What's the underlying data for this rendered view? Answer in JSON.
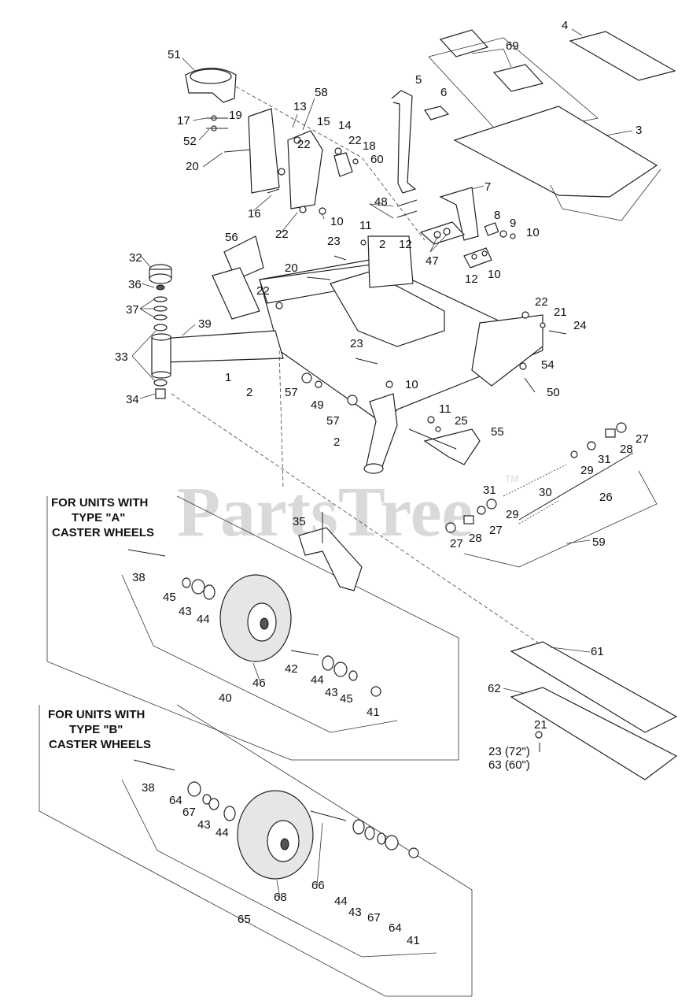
{
  "watermark": {
    "text": "PartsTree",
    "tm": "TM"
  },
  "notes": {
    "type_a": [
      "FOR UNITS WITH",
      "TYPE \"A\"",
      "CASTER WHEELS"
    ],
    "type_b": [
      "FOR UNITS WITH",
      "TYPE \"B\"",
      "CASTER WHEELS"
    ]
  },
  "callouts": {
    "c4": "4",
    "c69": "69",
    "c51": "51",
    "c5": "5",
    "c6": "6",
    "c58": "58",
    "c3": "3",
    "c13": "13",
    "c17": "17",
    "c19": "19",
    "c15": "15",
    "c14": "14",
    "c52": "52",
    "c22a": "22",
    "c18": "18",
    "c60": "60",
    "c20a": "20",
    "c7": "7",
    "c48": "48",
    "c8": "8",
    "c9": "9",
    "c10a": "10",
    "c16": "16",
    "c10b": "10",
    "c22b": "22",
    "c11a": "11",
    "c2a": "2",
    "c12a": "12",
    "c47": "47",
    "c56": "56",
    "c23a": "23",
    "c10c": "10",
    "c12b": "12",
    "c32": "32",
    "c20b": "20",
    "c36": "36",
    "c22c": "22",
    "c37": "37",
    "c22d": "22",
    "c21a": "21",
    "c24": "24",
    "c39": "39",
    "c33": "33",
    "c23b": "23",
    "c54": "54",
    "c1": "1",
    "c10d": "10",
    "c2b": "2",
    "c57a": "57",
    "c50": "50",
    "c34": "34",
    "c49": "49",
    "c11b": "11",
    "c25": "25",
    "c57b": "57",
    "c55": "55",
    "c2c": "2",
    "c27a": "27",
    "c28a": "28",
    "c31a": "31",
    "c29a": "29",
    "c30": "30",
    "c26": "26",
    "c31b": "31",
    "c29b": "29",
    "c35": "35",
    "c27b": "27",
    "c28b": "28",
    "c27c": "27",
    "c59": "59",
    "c38a": "38",
    "c45a": "45",
    "c43a": "43",
    "c44a": "44",
    "c61": "61",
    "c42": "42",
    "c44b": "44",
    "c43b": "43",
    "c45b": "45",
    "c62": "62",
    "c46": "46",
    "c41a": "41",
    "c40": "40",
    "c21b": "21",
    "c23c": "23 (72\")",
    "c63": "63 (60\")",
    "c38b": "38",
    "c64a": "64",
    "c67a": "67",
    "c43c": "43",
    "c44c": "44",
    "c66": "66",
    "c68": "68",
    "c44d": "44",
    "c43d": "43",
    "c67b": "67",
    "c64b": "64",
    "c41b": "41",
    "c65": "65"
  }
}
